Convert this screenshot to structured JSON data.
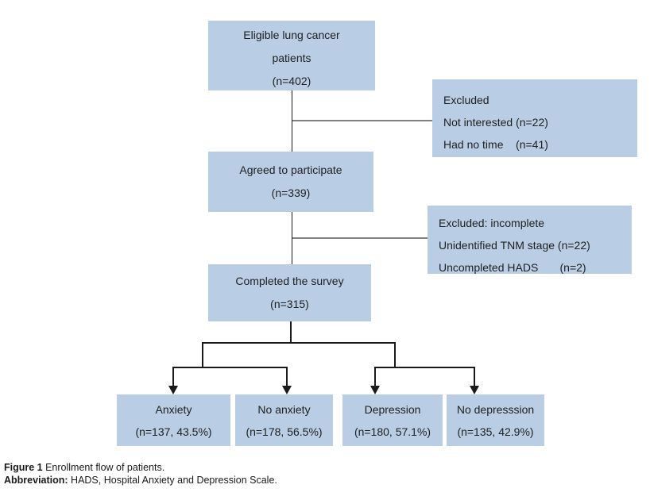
{
  "colors": {
    "box_fill": "#b9cde5",
    "connector_black": "#1a1a1a",
    "connector_gray": "#808080",
    "text": "#1f1f1f"
  },
  "boxes": {
    "eligible": {
      "lines": [
        "Eligible lung cancer",
        "patients",
        "(n=402)"
      ]
    },
    "excluded1": {
      "lines": [
        "Excluded",
        "Not interested (n=22)",
        "Had no time    (n=41)"
      ]
    },
    "agreed": {
      "lines": [
        "Agreed to participate",
        "(n=339)"
      ]
    },
    "excluded2": {
      "lines": [
        "Excluded: incomplete",
        "Unidentified TNM stage (n=22)",
        "Uncompleted HADS       (n=2)"
      ]
    },
    "completed": {
      "lines": [
        "Completed the survey",
        "(n=315)"
      ]
    },
    "anxiety": {
      "lines": [
        "Anxiety",
        "(n=137, 43.5%)"
      ]
    },
    "no_anxiety": {
      "lines": [
        "No anxiety",
        "(n=178, 56.5%)"
      ]
    },
    "depression": {
      "lines": [
        "Depression",
        "(n=180, 57.1%)"
      ]
    },
    "no_depression": {
      "lines": [
        "No depresssion",
        "(n=135, 42.9%)"
      ]
    }
  },
  "caption": {
    "figure_label": "Figure 1",
    "figure_text": " Enrollment flow of patients.",
    "abbreviation_label": "Abbreviation:",
    "abbreviation_text": " HADS, Hospital Anxiety and Depression Scale."
  }
}
